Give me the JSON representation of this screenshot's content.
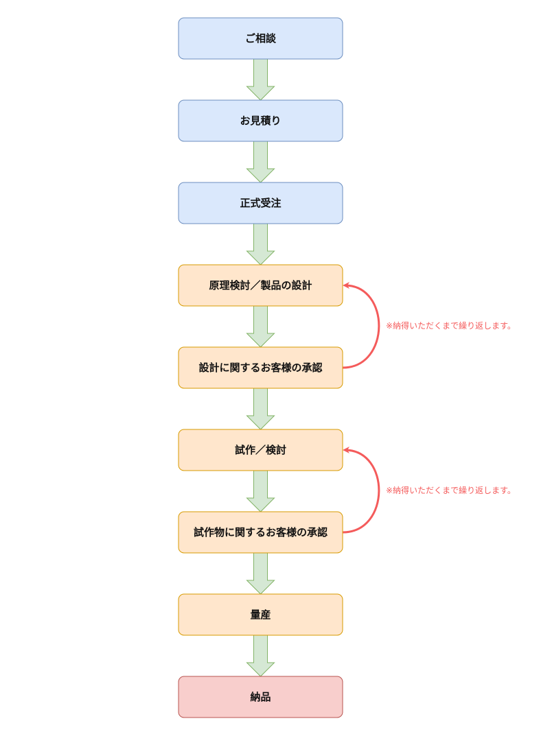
{
  "diagram": {
    "type": "vertical-flowchart",
    "colors": {
      "blue_fill": "#dae8fc",
      "blue_stroke": "#6c8ebf",
      "orange_fill": "#ffe6cc",
      "orange_stroke": "#d79b00",
      "red_fill": "#f8cecc",
      "red_stroke": "#b85450",
      "arrow_fill": "#d5e8d4",
      "arrow_stroke": "#82b366",
      "loop_color": "#f45b5b",
      "note_color": "#f45b5b"
    },
    "steps": [
      {
        "id": "consultation",
        "label": "ご相談",
        "color": "blue"
      },
      {
        "id": "estimate",
        "label": "お見積り",
        "color": "blue"
      },
      {
        "id": "official-order",
        "label": "正式受注",
        "color": "blue"
      },
      {
        "id": "principle-design",
        "label": "原理検討／製品の設計",
        "color": "orange"
      },
      {
        "id": "design-approval",
        "label": "設計に関するお客様の承認",
        "color": "orange"
      },
      {
        "id": "prototype",
        "label": "試作／検討",
        "color": "orange"
      },
      {
        "id": "prototype-approval",
        "label": "試作物に関するお客様の承認",
        "color": "orange"
      },
      {
        "id": "mass-production",
        "label": "量産",
        "color": "orange"
      },
      {
        "id": "delivery",
        "label": "納品",
        "color": "red"
      }
    ],
    "loops": [
      {
        "from_step": 4,
        "to_step": 3,
        "note": "※納得いただくまで繰り返します。"
      },
      {
        "from_step": 6,
        "to_step": 5,
        "note": "※納得いただくまで繰り返します。"
      }
    ]
  }
}
